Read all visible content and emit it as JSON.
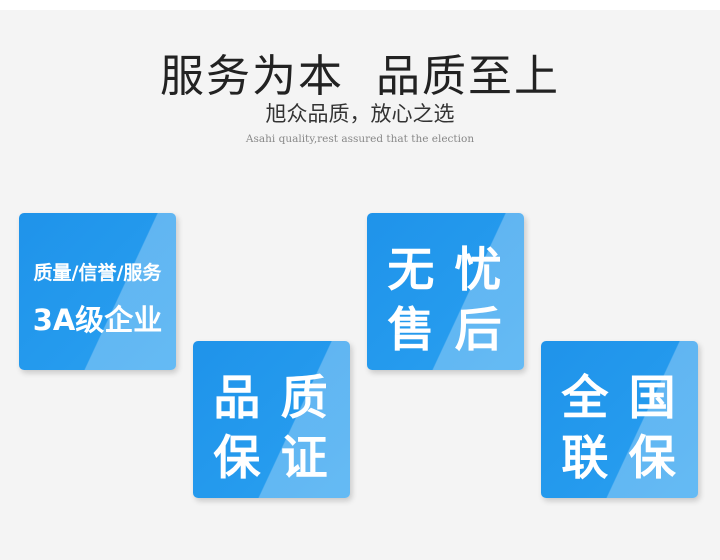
{
  "header": {
    "title": "服务为本  品质至上",
    "subtitle": "旭众品质，放心之选",
    "english": "Asahi quality,rest assured that the election"
  },
  "tiles": [
    {
      "line1": "质量/信誉/服务",
      "line2": "3A级企业"
    },
    {
      "line1": "品 质",
      "line2": "保 证"
    },
    {
      "line1": "无 忧",
      "line2": "售 后"
    },
    {
      "line1": "全 国",
      "line2": "联 保"
    }
  ],
  "colors": {
    "tile_blue": "#1f93ea",
    "background": "#f4f4f4",
    "text_dark": "#222222"
  }
}
